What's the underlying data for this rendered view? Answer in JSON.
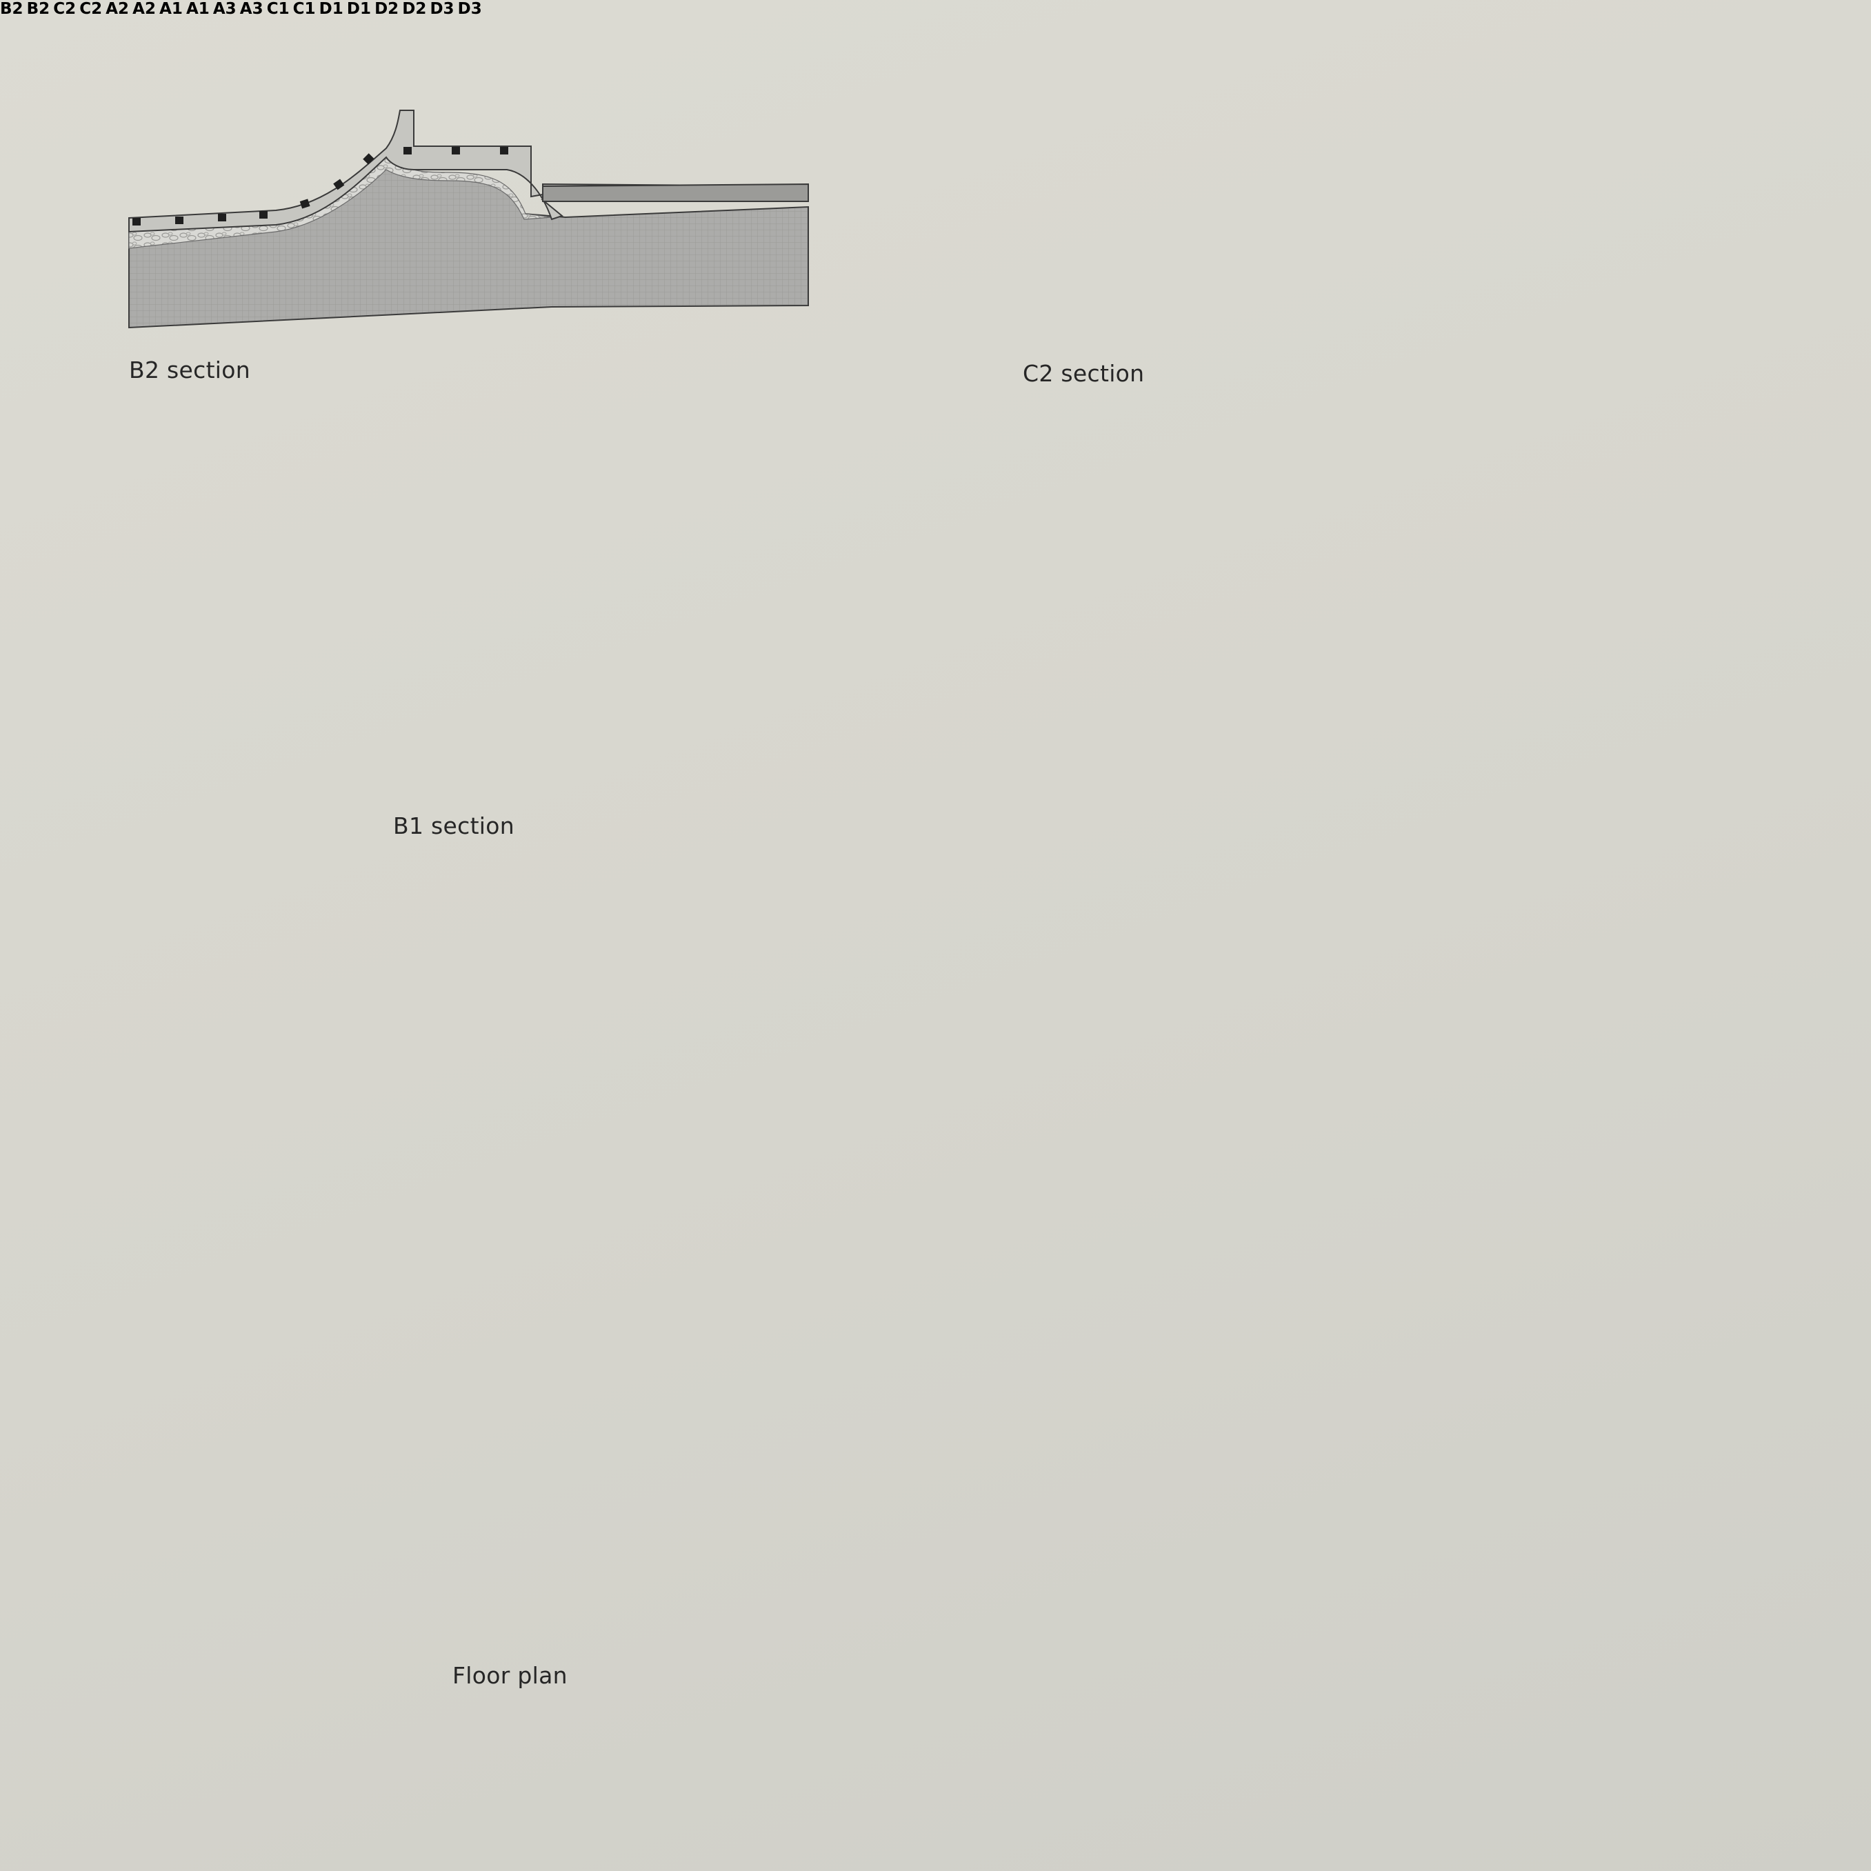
{
  "captions": {
    "b2": "B2 section",
    "c2": "C2 section",
    "b1": "B1 section",
    "floor": "Floor plan"
  },
  "markers": {
    "b2_top": "B2",
    "b2_inner": "B2",
    "c2_top": "C2",
    "c2_bottom": "C2",
    "a2_top": "A2",
    "a2_bottom": "A2",
    "a1_left": "A1",
    "a1_right": "A1",
    "a3_inner": "A3",
    "a3_outer": "A3",
    "c1_top": "C1",
    "c1_bottom": "C1",
    "d1_top": "D1",
    "d1_bottom": "D1",
    "d2_top": "D2",
    "d2_bottom": "D2",
    "d3_top": "D3",
    "d3_bottom": "D3"
  },
  "colors": {
    "background": "#d8d7cf",
    "fill": "#a9a9a6",
    "concrete": "#c9c9c4",
    "line": "#3a3a3a",
    "block": "#1f1f1f"
  }
}
